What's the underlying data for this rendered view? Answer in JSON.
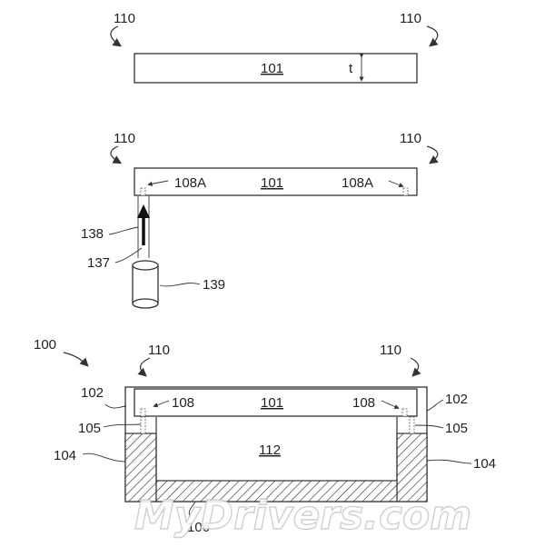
{
  "figure": {
    "top": {
      "corner_left": "110",
      "corner_right": "110",
      "plate": "101",
      "thickness": "t"
    },
    "middle": {
      "corner_left": "110",
      "corner_right": "110",
      "plate": "101",
      "hole_left": "108A",
      "hole_right": "108A",
      "beam": "138",
      "arrow": "137",
      "laser": "139"
    },
    "bottom": {
      "assembly": "100",
      "corner_left": "110",
      "corner_right": "110",
      "plate": "101",
      "hole_left": "108",
      "hole_right": "108",
      "frame_left": "102",
      "frame_right": "102",
      "pin_left": "105",
      "pin_right": "105",
      "wall_left": "104",
      "wall_right": "104",
      "cavity": "112",
      "base": "106"
    }
  },
  "watermark": "MyDrivers.com"
}
